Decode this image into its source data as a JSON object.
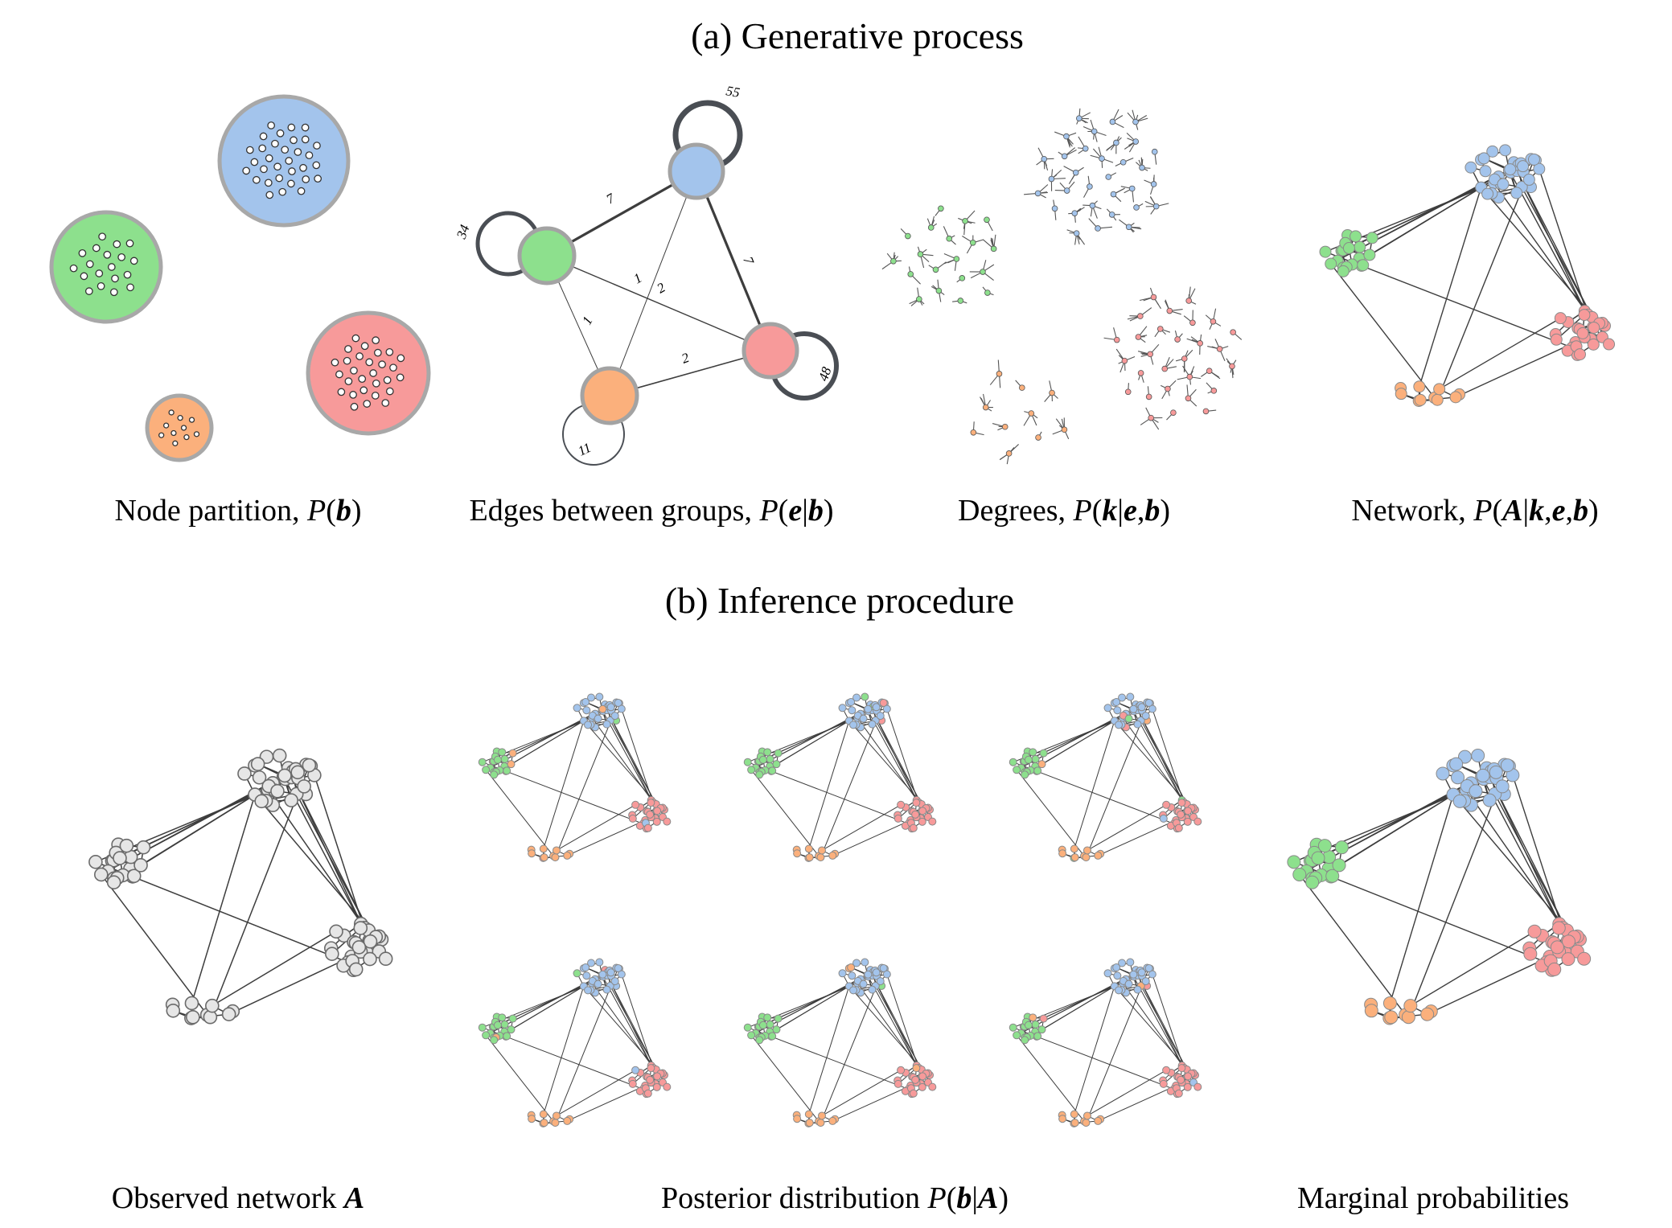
{
  "sections": {
    "generative": {
      "title": "(a) Generative process"
    },
    "inference": {
      "title": "(b) Inference procedure"
    }
  },
  "captions": {
    "partition": {
      "prefix": "Node partition, ",
      "formula": "P(b)"
    },
    "edges": {
      "prefix": "Edges between groups, ",
      "formula": "P(e|b)"
    },
    "degrees": {
      "prefix": "Degrees, ",
      "formula": "P(k|e,b)"
    },
    "network": {
      "prefix": "Network, ",
      "formula": "P(A|k,e,b)"
    },
    "observed": {
      "prefix": "Observed network ",
      "formula": "A"
    },
    "posterior": {
      "prefix": "Posterior distribution ",
      "formula": "P(b|A)"
    },
    "marginal": {
      "prefix": "Marginal probabilities",
      "formula": ""
    }
  },
  "groups": [
    {
      "name": "blue",
      "color": "#a3c4ec",
      "members": 32
    },
    {
      "name": "green",
      "color": "#8de08d",
      "members": 19
    },
    {
      "name": "red",
      "color": "#f79a9a",
      "members": 29
    },
    {
      "name": "orange",
      "color": "#fbb07c",
      "members": 10
    }
  ],
  "edge_counts": {
    "self": {
      "blue": "55",
      "green": "34",
      "red": "48",
      "orange": "11"
    },
    "between": {
      "blue_green": "7",
      "blue_red": "7",
      "blue_orange": "2",
      "green_red": "1",
      "green_orange": "1",
      "orange_red": "2"
    }
  },
  "colors": {
    "edge": "#3d3d3d",
    "node_outline": "#8a8a8a",
    "observed_node": "#e6e6e6"
  },
  "posterior_samples": 6
}
